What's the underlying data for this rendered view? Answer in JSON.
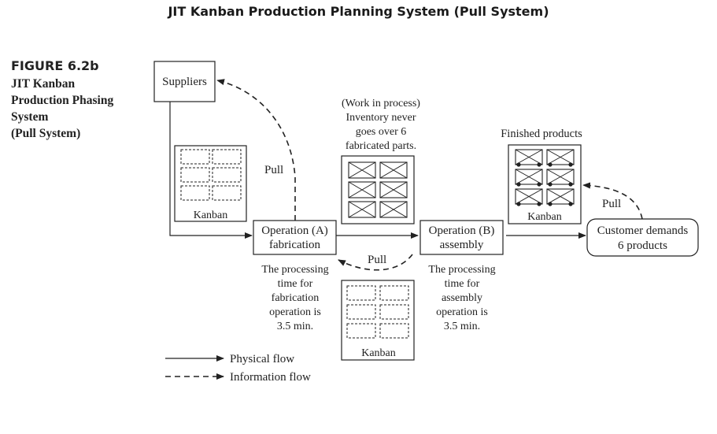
{
  "page_title": "JIT Kanban Production Planning System (Pull System)",
  "figure": {
    "number": "FIGURE 6.2b",
    "caption_lines": [
      "JIT Kanban",
      "Production Phasing",
      "System",
      "(Pull System)"
    ]
  },
  "nodes": {
    "suppliers": "Suppliers",
    "operation_a": [
      "Operation (A)",
      "fabrication"
    ],
    "operation_b": [
      "Operation (B)",
      "assembly"
    ],
    "customer": [
      "Customer demands",
      "6 products"
    ]
  },
  "kanban_label": "Kanban",
  "pull_label": "Pull",
  "wip_note": [
    "(Work in process)",
    "Inventory never",
    "goes over 6",
    "fabricated parts."
  ],
  "finished_products_label": "Finished products",
  "fabrication_note": [
    "The processing",
    "time for",
    "fabrication",
    "operation is",
    "3.5 min."
  ],
  "assembly_note": [
    "The processing",
    "time for",
    "assembly",
    "operation is",
    "3.5 min."
  ],
  "legend": {
    "physical": "Physical flow",
    "information": "Information flow"
  },
  "colors": {
    "line": "#222222",
    "text": "#222222"
  }
}
